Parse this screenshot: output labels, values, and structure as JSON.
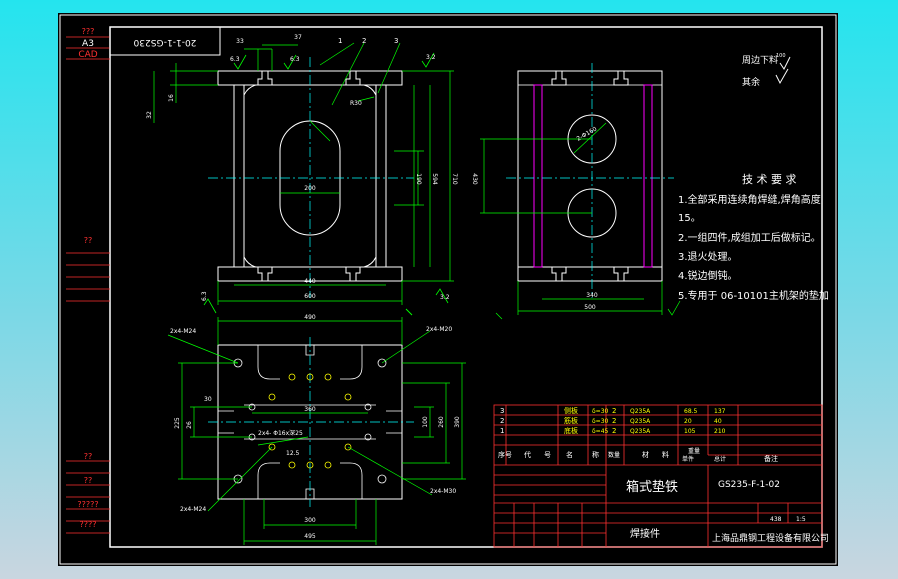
{
  "colors": {
    "frame": "#ffffff",
    "green": "#00ff00",
    "cyan": "#00ffff",
    "red": "#ff3030",
    "magenta": "#ff00ff",
    "yellow": "#ffff00",
    "white": "#ffffff"
  },
  "left_strip": {
    "top": [
      "???",
      "A3",
      "CAD"
    ],
    "middle": "??",
    "bottom": [
      "??",
      "??",
      "?????",
      "????"
    ]
  },
  "drawing_code": "20-1-1-GS230",
  "top_view": {
    "dims": {
      "top_a": "33",
      "top_b": "37",
      "left_a": "16",
      "left_b": "32",
      "radius": "R30",
      "inner_w": "200",
      "slot_h": "190",
      "overall_h": "594",
      "frame_h": "710",
      "width_inner": "440",
      "width_outer": "600",
      "right_h": "430"
    },
    "roughness": [
      "6.3",
      "6.3",
      "3.2",
      "6.3",
      "3.2"
    ],
    "leaders": [
      "1",
      "2",
      "3"
    ]
  },
  "side_view": {
    "dims": {
      "hole": "2-Φ160",
      "w_inner": "340",
      "w_outer": "500"
    }
  },
  "surface_notes": [
    "周边下料",
    "其余"
  ],
  "surface_values": [
    "100"
  ],
  "tech_req": {
    "title": "技 术 要 求",
    "lines": [
      "1.全部采用连续角焊缝,焊角高度",
      "15。",
      "2.一组四件,成组加工后做标记。",
      "3.退火处理。",
      "4.锐边倒钝。",
      "5.专用于 06-10101主机架的垫加"
    ]
  },
  "plan_view": {
    "callouts": [
      "2x4-M24",
      "2x4-M20",
      "2x4- Φ16x深25",
      "2x4-M24",
      "2x4-M30"
    ],
    "dims": {
      "top": "490",
      "bottom_inner": "300",
      "bottom_outer": "495",
      "center": "360",
      "left_a": "30",
      "left_b": "225",
      "left_c": "26",
      "right_a": "100",
      "right_b": "260",
      "right_c": "390",
      "angle": "12.5"
    }
  },
  "bom": {
    "rows": [
      [
        "3",
        "",
        "侧板",
        "δ=30",
        "2",
        "Q235A",
        "68.5",
        "137",
        ""
      ],
      [
        "2",
        "",
        "筋板",
        "δ=30",
        "2",
        "Q235A",
        "20",
        "40",
        ""
      ],
      [
        "1",
        "",
        "底板",
        "δ=45",
        "2",
        "Q235A",
        "105",
        "210",
        ""
      ]
    ],
    "header": [
      "序号",
      "代",
      "号",
      "名",
      "称",
      "数量",
      "材",
      "料",
      "单件",
      "总计",
      "备注"
    ],
    "weight_label": "重量",
    "title": "箱式垫铁",
    "subtitle": "焊接件",
    "code": "GS235-F-1-02",
    "company": "上海品鼎钢工程设备有限公司",
    "small": [
      "438",
      "1:5"
    ]
  }
}
